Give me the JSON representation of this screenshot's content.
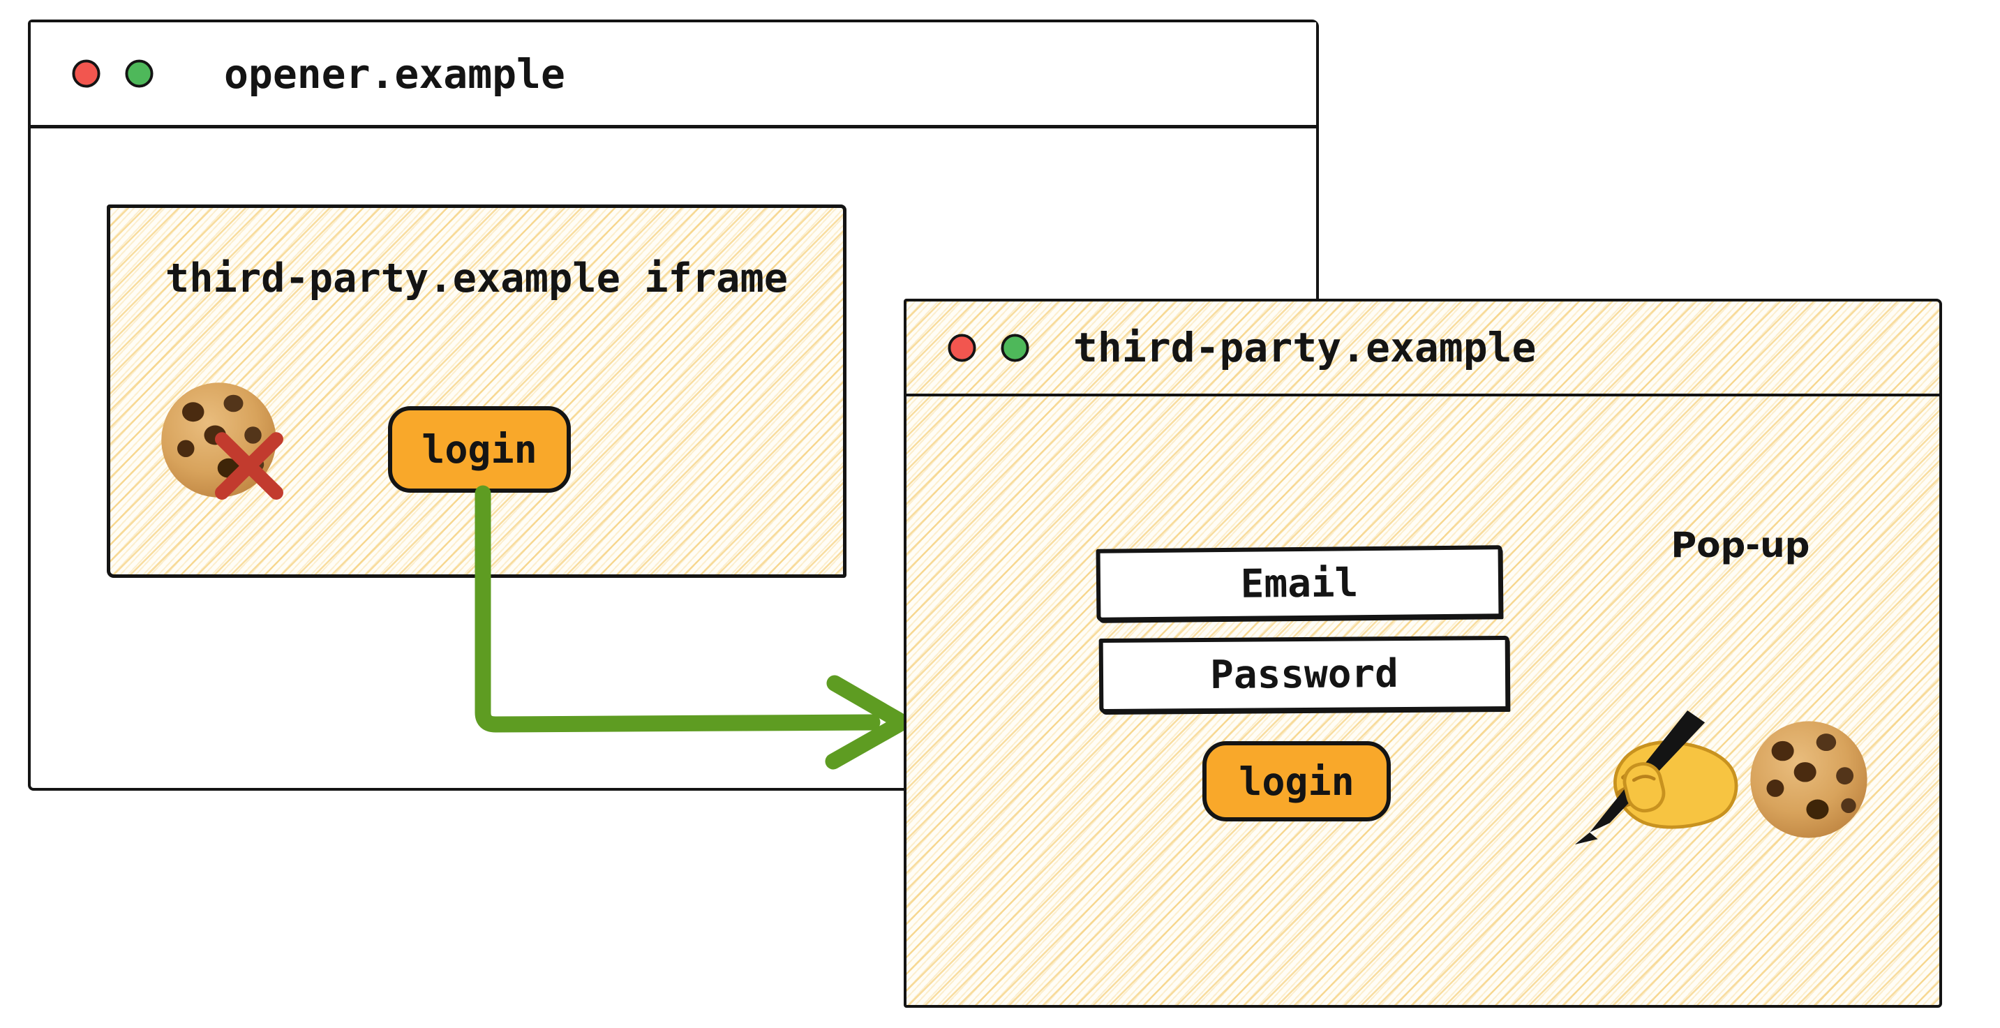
{
  "opener_window": {
    "title": "opener.example",
    "controls": [
      {
        "label": "close",
        "color": "#F2564F"
      },
      {
        "label": "minimize",
        "color": "#4EB85A"
      }
    ],
    "iframe": {
      "label": "third-party.example iframe",
      "icons": [
        "cookie-icon",
        "x-mark-icon"
      ],
      "login_button_label": "login"
    }
  },
  "popup_window": {
    "title": "third-party.example",
    "controls": [
      {
        "label": "close",
        "color": "#F2564F"
      },
      {
        "label": "minimize",
        "color": "#4EB85A"
      }
    ],
    "annotation": "Pop-up",
    "fields": [
      {
        "name": "email",
        "text": "Email"
      },
      {
        "name": "password",
        "text": "Password"
      }
    ],
    "login_button_label": "login",
    "icons": [
      "writing-hand-icon",
      "cookie-icon"
    ]
  },
  "arrow": {
    "color": "#5E9C22"
  },
  "colors": {
    "button_orange": "#F9A82A",
    "blocked_x_red": "#C23B2E",
    "ink": "#141414",
    "hatch_line": "#F3C35A",
    "hatch_background": "#FFFDF6",
    "window_background": "#FFFFFF"
  }
}
